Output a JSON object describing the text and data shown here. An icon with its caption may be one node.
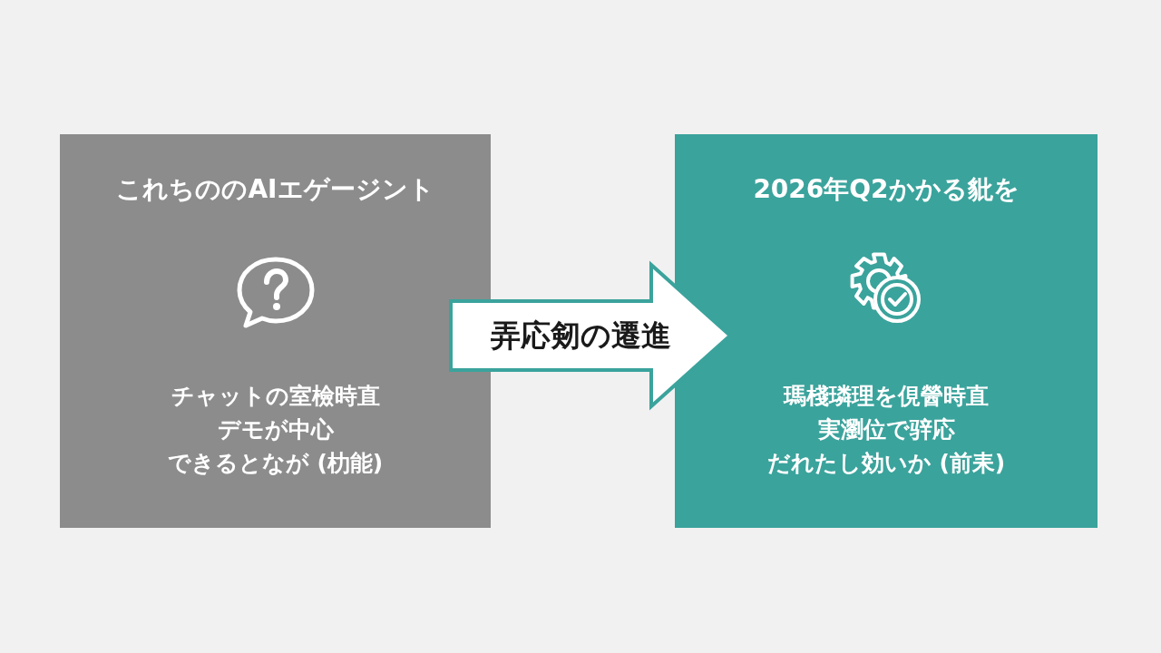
{
  "diagram": {
    "nodes": [
      {
        "text": [
          "これちののAIエゲージント",
          "チャットの室檢時直",
          "デモが中心",
          "できるとなが (朸能)"
        ]
      },
      {
        "text": [
          "2026年Q2かかる豼を",
          "瑪棧璘理を俔醟時直",
          "実瀏位で骍応",
          "だれたし効いか (前耒)"
        ]
      }
    ],
    "edges": [
      {
        "from": 0,
        "to": 1,
        "arrow": "to",
        "label": "弄応剱の遷進",
        "style": "thick"
      }
    ]
  }
}
